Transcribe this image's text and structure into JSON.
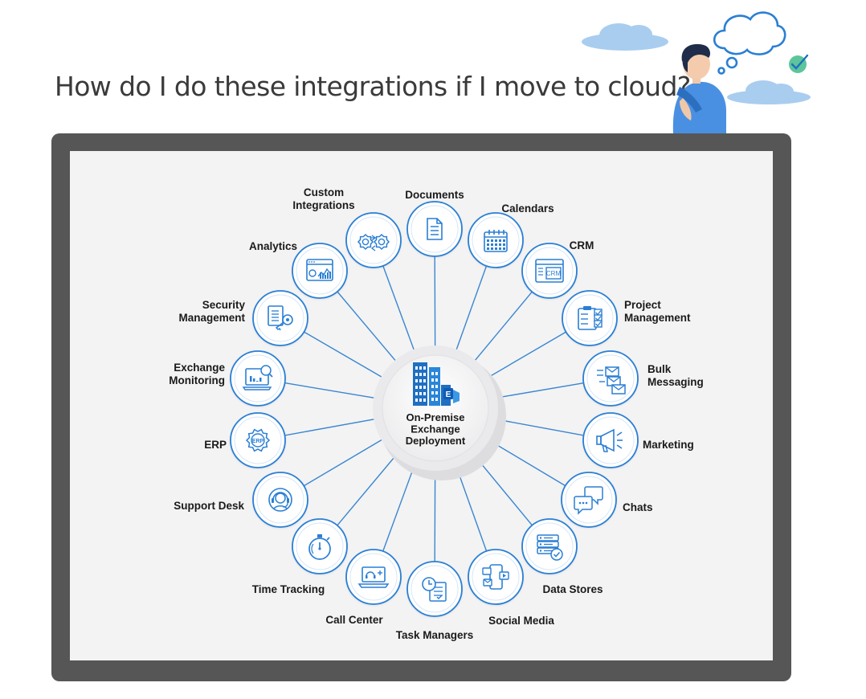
{
  "headline": "How do I do these integrations if I move to cloud?",
  "colors": {
    "accent": "#2a7fd4",
    "spoke": "#3a86cf",
    "frame": "#565656",
    "board": "#f3f3f4",
    "cloud": "#a9cdef",
    "check": "#5cc59a"
  },
  "center": {
    "lines": [
      "On-Premise",
      "Exchange",
      "Deployment"
    ],
    "icon": "building-exchange-icon"
  },
  "nodes": [
    {
      "id": "documents",
      "lines": [
        "Documents"
      ],
      "icon": "document-icon"
    },
    {
      "id": "calendars",
      "lines": [
        "Calendars"
      ],
      "icon": "calendar-icon"
    },
    {
      "id": "crm",
      "lines": [
        "CRM"
      ],
      "icon": "crm-window-icon",
      "icon_text": "CRM"
    },
    {
      "id": "project-management",
      "lines": [
        "Project",
        "Management"
      ],
      "icon": "clipboard-checklist-icon"
    },
    {
      "id": "bulk-messaging",
      "lines": [
        "Bulk",
        "Messaging"
      ],
      "icon": "envelopes-icon"
    },
    {
      "id": "marketing",
      "lines": [
        "Marketing"
      ],
      "icon": "megaphone-icon"
    },
    {
      "id": "chats",
      "lines": [
        "Chats"
      ],
      "icon": "chat-bubbles-icon"
    },
    {
      "id": "data-stores",
      "lines": [
        "Data Stores"
      ],
      "icon": "server-check-icon"
    },
    {
      "id": "social-media",
      "lines": [
        "Social Media"
      ],
      "icon": "phone-social-icon"
    },
    {
      "id": "task-managers",
      "lines": [
        "Task Managers"
      ],
      "icon": "clock-document-icon"
    },
    {
      "id": "call-center",
      "lines": [
        "Call Center"
      ],
      "icon": "laptop-headset-icon"
    },
    {
      "id": "time-tracking",
      "lines": [
        "Time Tracking"
      ],
      "icon": "stopwatch-icon"
    },
    {
      "id": "support-desk",
      "lines": [
        "Support Desk"
      ],
      "icon": "headset-agent-icon"
    },
    {
      "id": "erp",
      "lines": [
        "ERP"
      ],
      "icon": "erp-gear-icon",
      "icon_text": "ERP"
    },
    {
      "id": "exchange-monitoring",
      "lines": [
        "Exchange",
        "Monitoring"
      ],
      "icon": "monitor-chart-icon"
    },
    {
      "id": "security-management",
      "lines": [
        "Security",
        "Management"
      ],
      "icon": "document-key-icon"
    },
    {
      "id": "analytics",
      "lines": [
        "Analytics"
      ],
      "icon": "analytics-screen-icon"
    },
    {
      "id": "custom-integrations",
      "lines": [
        "Custom",
        "Integrations"
      ],
      "icon": "gears-icon"
    }
  ]
}
